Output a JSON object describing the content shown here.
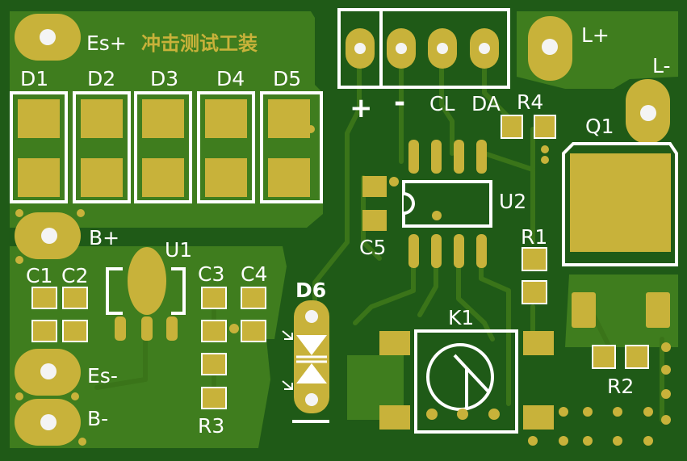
{
  "board": {
    "colors": {
      "substrate": "#1f5a17",
      "copper": "#3f7d1e",
      "copper_dark": "#356c18",
      "gold": "#c8b23a",
      "gold_light": "#dcc95a",
      "silk": "#ffffff",
      "title": "#c8b23a",
      "hole": "#f4f4f4"
    }
  },
  "labels": {
    "es_plus": "Es+",
    "title": "冲击测试工装",
    "d1": "D1",
    "d2": "D2",
    "d3": "D3",
    "d4": "D4",
    "d5": "D5",
    "plus": "+",
    "minus": "-",
    "cl": "CL",
    "da": "DA",
    "r4": "R4",
    "l_plus": "L+",
    "l_minus": "L-",
    "q1": "Q1",
    "u2": "U2",
    "c5": "C5",
    "r1": "R1",
    "b_plus": "B+",
    "u1": "U1",
    "c1": "C1",
    "c2": "C2",
    "c3": "C3",
    "c4": "C4",
    "d6": "D6",
    "k1": "K1",
    "es_minus": "Es-",
    "b_minus": "B-",
    "r3": "R3",
    "r2": "R2"
  }
}
